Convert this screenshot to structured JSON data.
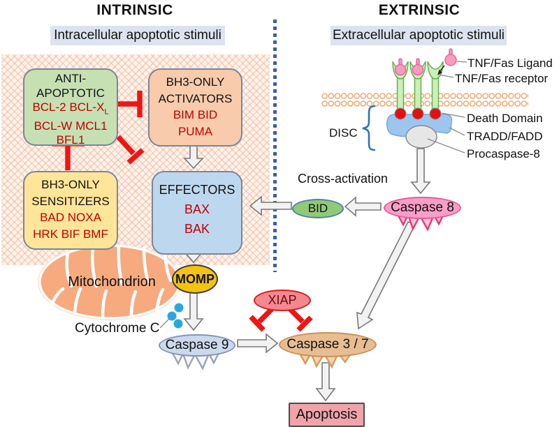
{
  "colors": {
    "inhibitor_red": "#ee1515",
    "gene_text_red": "#c00000",
    "stimuli_label_bg": "#dce3ef",
    "divider_blue": "#3a5fa8",
    "intrinsic_bg": "#fdf3ec",
    "anti_apoptotic_bg": "#c6e0b4",
    "activators_bg": "#f8cbad",
    "sensitizers_bg": "#ffe598",
    "effectors_bg": "#bdd7ee",
    "momp_bg": "#f2c310",
    "bid_bg": "#90c978",
    "caspase8_bg": "#fa9ec6",
    "caspase9_bg": "#ccd9ed",
    "caspase37_bg": "#e8bd92",
    "xiap_bg": "#f5878f",
    "apoptosis_bg": "#f1a3ab",
    "mitochondrion_bg": "#f6aa7e",
    "membrane_orange": "#eda263",
    "receptor_green": "#c9f0ba",
    "ligand_pink": "#f99bc0",
    "tradd_fadd_blue": "#9cc6ee",
    "death_domain_red": "#e21111",
    "cytochrome_blue": "#29a8e0"
  },
  "intrinsic": {
    "title": "INTRINSIC",
    "stimuli_label": "Intracellular apoptotic stimuli",
    "anti_apoptotic": {
      "name1": "ANTI-",
      "name2": "APOPTOTIC",
      "genes1": "BCL-2 BCL-X",
      "genes1_sub": "L",
      "genes2": "BCL-W MCL1",
      "genes3": "BFL1"
    },
    "activators": {
      "name1": "BH3-ONLY",
      "name2": "ACTIVATORS",
      "genes1": "BIM BID",
      "genes2": "PUMA"
    },
    "sensitizers": {
      "name1": "BH3-ONLY",
      "name2": "SENSITIZERS",
      "genes1": "BAD NOXA",
      "genes2": "HRK BIF BMF"
    },
    "effectors": {
      "name1": "EFFECTORS",
      "genes1": "BAX",
      "genes2": "BAK"
    },
    "mitochondrion_label": "Mitochondrion",
    "cytochrome_c_label": "Cytochrome C",
    "momp_label": "MOMP",
    "caspase9_label": "Caspase 9"
  },
  "extrinsic": {
    "title": "EXTRINSIC",
    "stimuli_label": "Extracellular apoptotic stimuli",
    "ligand_label": "TNF/Fas Ligand",
    "receptor_label": "TNF/Fas receptor",
    "death_domain_label": "Death Domain",
    "tradd_fadd_label": "TRADD/FADD",
    "procaspase8_label": "Procaspase-8",
    "disc_label": "DISC",
    "cross_activation_label": "Cross-activation",
    "caspase8_label": "Caspase 8",
    "bid_label": "BID"
  },
  "convergence": {
    "xiap_label": "XIAP",
    "caspase37_label": "Caspase 3 / 7",
    "apoptosis_label": "Apoptosis"
  }
}
